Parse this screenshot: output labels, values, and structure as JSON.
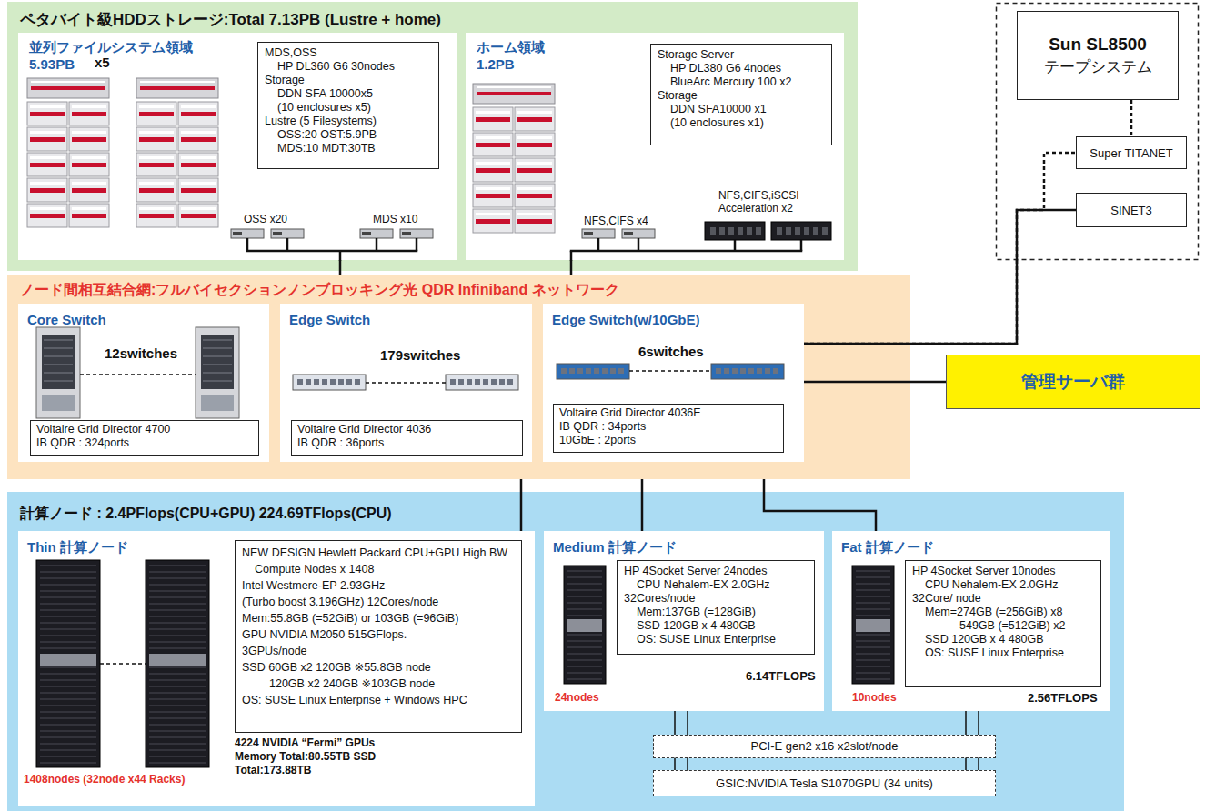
{
  "diagram": {
    "nodes": [
      {
        "text": [
          "ペタバイト級HDDストレージ:Total 7.13PB (Lustre + home)"
        ]
      },
      {
        "text": [
          "並列ファイルシステム領域 5.93PB"
        ],
        "in": 0
      },
      {
        "text": [
          "MDS,OSS",
          "HP DL360 G6 30nodes",
          "Storage",
          "DDN SFA 10000x5",
          "(10 enclosures x5)",
          "Lustre (5 Filesystems)",
          "OSS:20 OST:5.9PB",
          "MDS:10 MDT:30TB"
        ],
        "in": 1
      },
      {
        "text": [
          "ホーム領域 1.2PB"
        ],
        "in": 0
      },
      {
        "text": [
          "Storage Server",
          "HP DL380 G6 4nodes",
          "BlueArc Mercury 100 x2",
          "Storage",
          "DDN SFA10000 x1",
          "(10 enclosures x1)"
        ],
        "in": 3
      },
      {
        "text": [
          "Sun SL8500",
          "テープシステム"
        ]
      },
      {
        "text": [
          "Super TITANET"
        ]
      },
      {
        "text": [
          "SINET3"
        ]
      },
      {
        "text": [
          "ノード間相互結合網:フルバイセクションノンブロッキング光 QDR Infiniband ネットワーク"
        ]
      },
      {
        "text": [
          "Core Switch",
          "12switches"
        ],
        "in": 8
      },
      {
        "text": [
          "Voltaire Grid Director 4700",
          "IB QDR : 324ports"
        ],
        "in": 9
      },
      {
        "text": [
          "Edge Switch",
          "179switches"
        ],
        "in": 8
      },
      {
        "text": [
          "Voltaire Grid Director 4036",
          "IB QDR : 36ports"
        ],
        "in": 11
      },
      {
        "text": [
          "Edge Switch(w/10GbE)",
          "6switches"
        ],
        "in": 8
      },
      {
        "text": [
          "Voltaire Grid Director 4036E",
          "IB QDR : 34ports",
          "10GbE : 2ports"
        ],
        "in": 13
      },
      {
        "text": [
          "管理サーバ群"
        ]
      },
      {
        "text": [
          "計算ノード : 2.4PFlops(CPU+GPU) 224.69TFlops(CPU)"
        ]
      },
      {
        "text": [
          "Thin 計算ノード",
          "4224 NVIDIA “Fermi” GPUs Memory Total:80.55TB SSD Total:173.88TB",
          "1408nodes (32node x44 Racks)"
        ],
        "in": 16
      },
      {
        "text": [
          "NEW DESIGN Hewlett Packard CPU+GPU High BW Compute Nodes x 1408",
          "Intel Westmere-EP 2.93GHz",
          "(Turbo boost 3.196GHz) 12Cores/node",
          "Mem:55.8GB (=52GiB) or 103GB (=96GiB)",
          "GPU NVIDIA M2050 515GFlops.",
          "3GPUs/node",
          "SSD 60GB x2 120GB ※55.8GB node",
          "120GB x2 240GB ※103GB node",
          "OS: SUSE Linux Enterprise + Windows HPC"
        ],
        "in": 17
      },
      {
        "text": [
          "Medium 計算ノード",
          "24nodes",
          "6.14TFLOPS"
        ],
        "in": 16
      },
      {
        "text": [
          "HP 4Socket Server 24nodes",
          "CPU Nehalem-EX 2.0GHz",
          "32Cores/node",
          "Mem:137GB (=128GiB)",
          "SSD 120GB x 4 480GB",
          "OS: SUSE Linux Enterprise"
        ],
        "in": 19
      },
      {
        "text": [
          "Fat 計算ノード",
          "10nodes",
          "2.56TFLOPS"
        ],
        "in": 16
      },
      {
        "text": [
          "HP 4Socket Server 10nodes",
          "CPU Nehalem-EX 2.0GHz",
          "32Core/ node",
          "Mem=274GB (=256GiB) x8",
          "549GB (=512GiB) x2",
          "SSD 120GB x 4 480GB",
          "OS: SUSE Linux Enterprise"
        ],
        "in": 21
      },
      {
        "text": [
          "PCI-E gen2 x16 x2slot/node"
        ],
        "in": 16
      },
      {
        "text": [
          "GSIC:NVIDIA Tesla S1070GPU (34 units)"
        ],
        "in": 16
      }
    ],
    "edges": [
      {
        "from": 1,
        "to": 8,
        "arrow": "none"
      },
      {
        "from": 3,
        "to": 8,
        "arrow": "none"
      },
      {
        "from": 5,
        "to": 6,
        "arrow": "none"
      },
      {
        "from": 13,
        "to": 7,
        "arrow": "none"
      },
      {
        "from": 13,
        "to": 6,
        "arrow": "none"
      },
      {
        "from": 13,
        "to": 15,
        "arrow": "none"
      },
      {
        "from": 8,
        "to": 17,
        "arrow": "none"
      },
      {
        "from": 8,
        "to": 19,
        "arrow": "none"
      },
      {
        "from": 8,
        "to": 21,
        "arrow": "none"
      },
      {
        "from": 19,
        "to": 23,
        "arrow": "none"
      },
      {
        "from": 21,
        "to": 23,
        "arrow": "none"
      },
      {
        "from": 23,
        "to": 24,
        "arrow": "none"
      }
    ],
    "labels": [
      "x5",
      "OSS x20",
      "MDS x10",
      "NFS,CIFS x4",
      "NFS,CIFS,iSCSI Acceleration x2"
    ]
  }
}
